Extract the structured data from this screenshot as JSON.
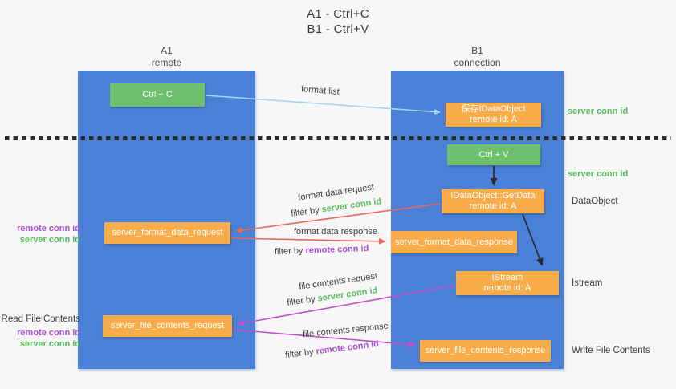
{
  "title": {
    "line1": "A1 - Ctrl+C",
    "line2": "B1 - Ctrl+V"
  },
  "columns": {
    "a1": {
      "name": "A1",
      "subtitle": "remote"
    },
    "b1": {
      "name": "B1",
      "subtitle": "connection"
    }
  },
  "boxes": {
    "ctrl_c": "Ctrl + C",
    "ctrl_v": "Ctrl + V",
    "save_dataobject": {
      "line1": "保存IDataObject",
      "line2": "remote id: A"
    },
    "getdata": {
      "line1": "IDataObject::GetData",
      "line2": "remote id: A"
    },
    "istream": {
      "line1": "IStream",
      "line2": "remote id: A"
    },
    "format_request": "server_format_data_request",
    "format_response": "server_format_data_response",
    "file_request": "server_file_contents_request",
    "file_response": "server_file_contents_response"
  },
  "labels": {
    "format_list": "format list",
    "format_data_request": "format data request",
    "format_data_response": "format data response",
    "file_contents_request": "file contents request",
    "file_contents_response": "file contents response",
    "filter_by": "filter by ",
    "server_conn_id": "server conn id",
    "remote_conn_id": "remote conn id",
    "dataobject": "DataObject",
    "istream": "Istream",
    "read_file_contents": "Read File Contents",
    "write_file_contents": "Write File Contents"
  },
  "colors": {
    "background": "#f7f7f8",
    "column_blue": "#4a80d5",
    "box_orange": "#f9ad4a",
    "box_green": "#6ec06f",
    "text_green": "#57ba5e",
    "text_purple": "#a850d2",
    "text_dark": "#3c3c3c",
    "arrow_red": "#e8695e",
    "arrow_magenta": "#c24fc9",
    "arrow_lightblue": "#a8d3f0",
    "arrow_black": "#2b2b2b"
  }
}
